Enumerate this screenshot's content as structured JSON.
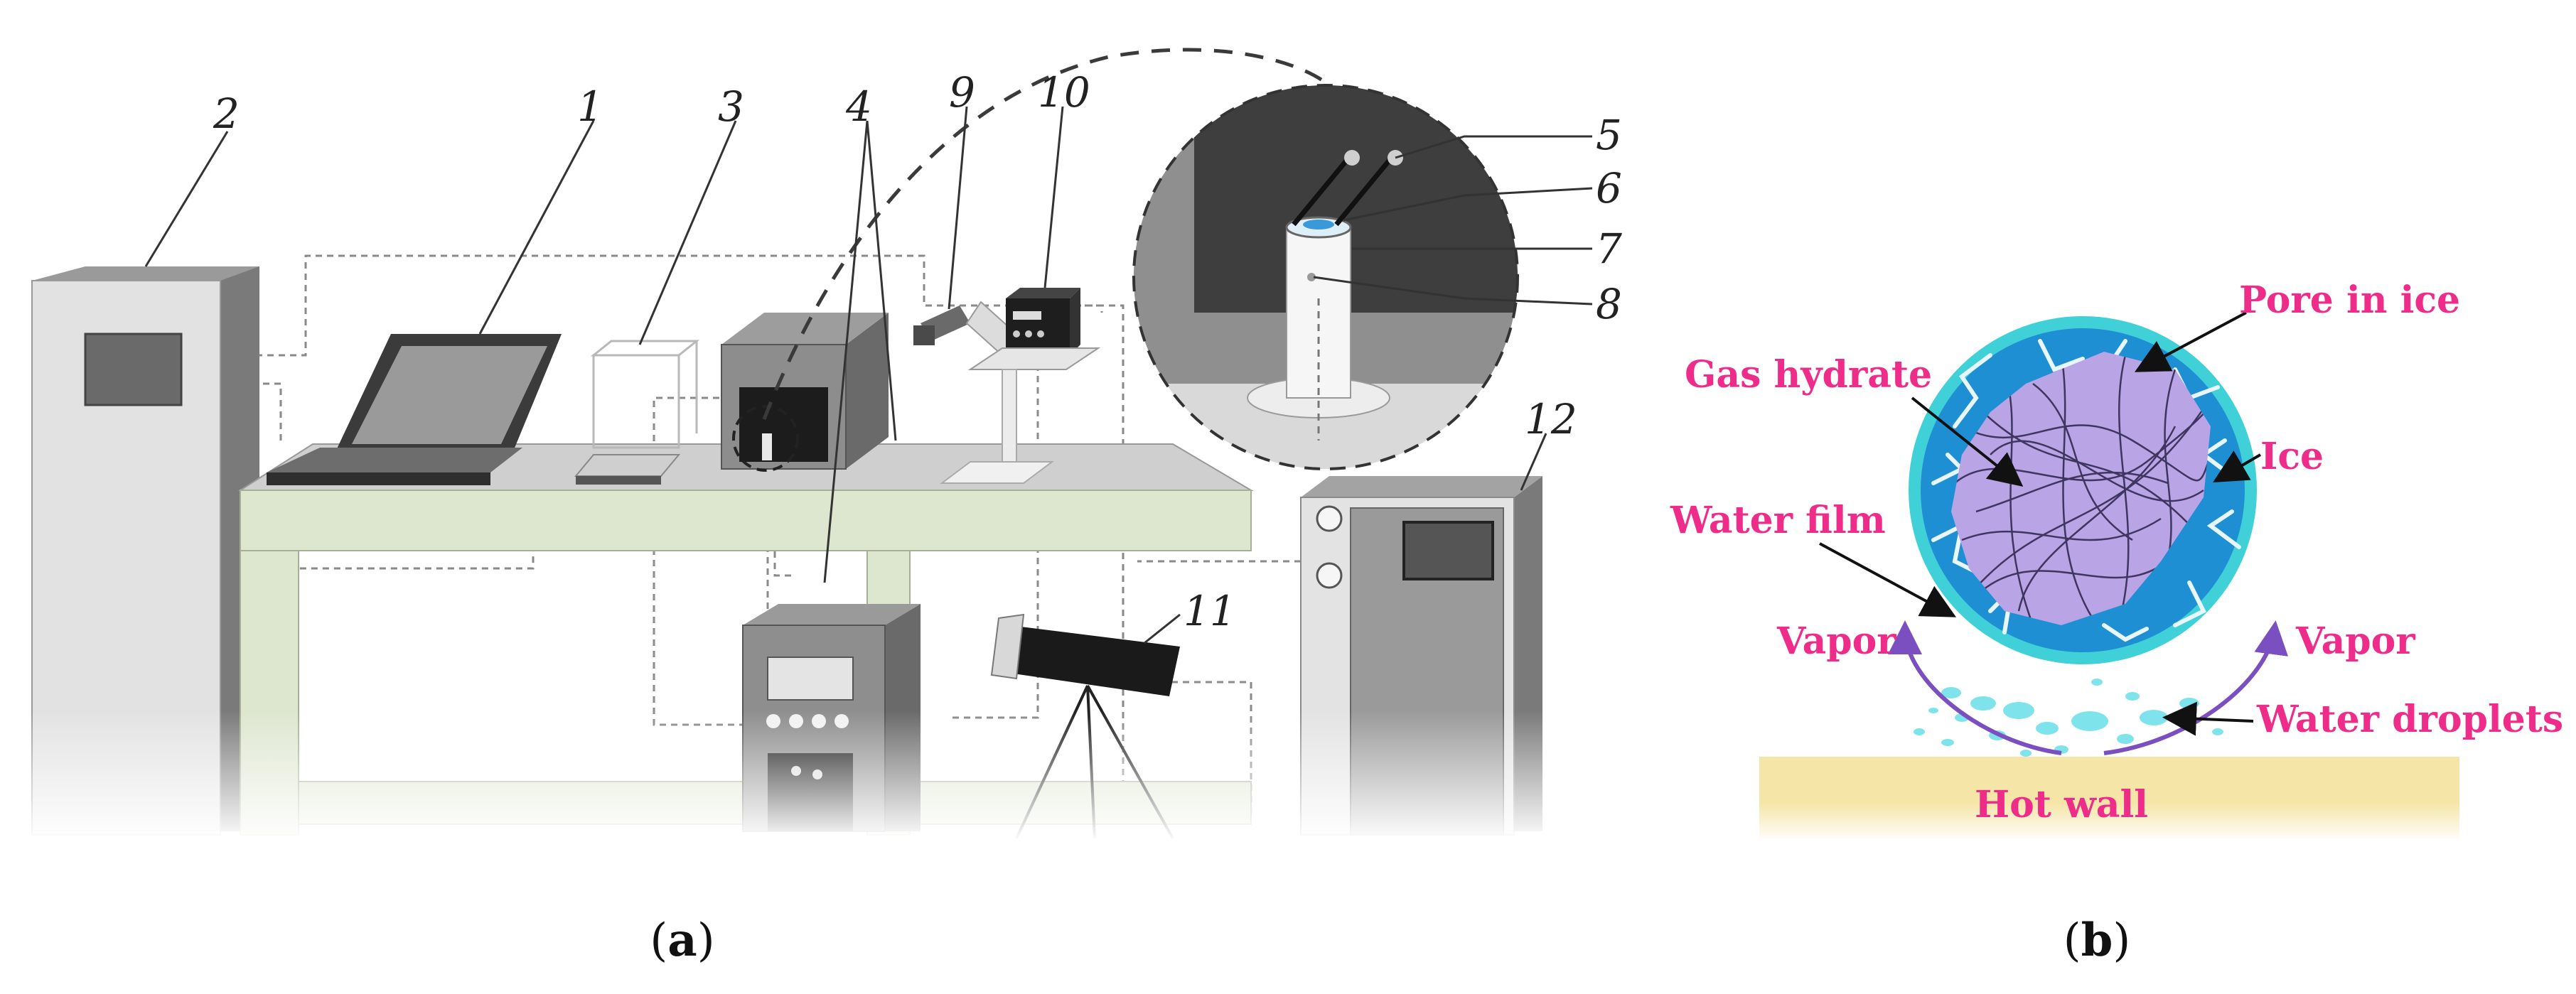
{
  "panel_a": {
    "numbers": [
      "1",
      "2",
      "3",
      "4",
      "5",
      "6",
      "7",
      "8",
      "9",
      "10",
      "11",
      "12"
    ],
    "caption": {
      "open": "(",
      "letter": "a",
      "close": ")"
    }
  },
  "panel_b": {
    "labels": {
      "pore": "Pore in ice",
      "gas_hydrate": "Gas hydrate",
      "ice": "Ice",
      "water_film": "Water film",
      "vapor_left": "Vapor",
      "vapor_right": "Vapor",
      "droplets": "Water droplets",
      "hot_wall": "Hot wall"
    },
    "caption": {
      "open": "(",
      "letter": "b",
      "close": ")"
    }
  },
  "colors": {
    "accent_label": "#ee2c8a",
    "ice": "#1f8fd3",
    "ice_rim": "#3fd0d8",
    "hydrate": "#b9a4e6",
    "hot_wall": "#f5e6a8",
    "arrow": "#7b4fc0",
    "table_legs": "#dde6cf"
  }
}
